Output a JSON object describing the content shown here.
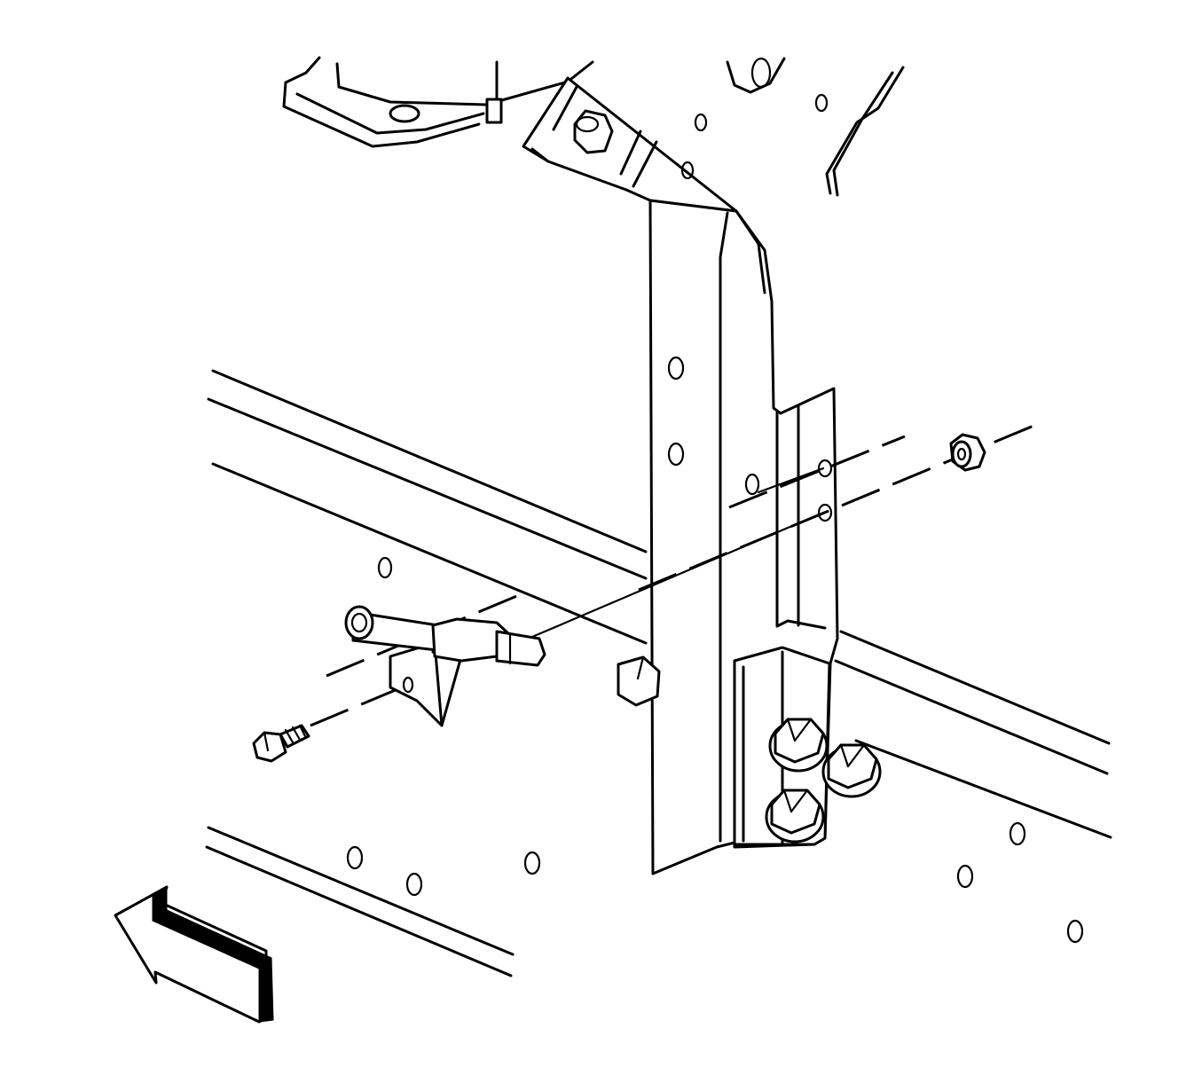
{
  "diagram": {
    "text": [],
    "parts": [
      "rail-front",
      "rail-rear",
      "vertical-bracket",
      "upper-mount",
      "tube-fitting",
      "bolt-left",
      "nut-right",
      "bolt-cluster",
      "direction-arrow"
    ],
    "colors": {
      "line": "#000000",
      "background": "#ffffff"
    }
  }
}
